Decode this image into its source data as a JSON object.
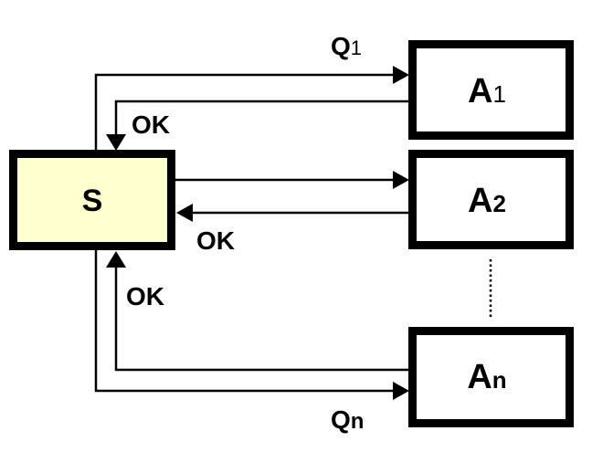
{
  "diagram": {
    "type": "message-flow",
    "nodes": [
      {
        "id": "S",
        "label": "S",
        "sub": "",
        "fill": "#FFFFD0"
      },
      {
        "id": "A1",
        "label": "A",
        "sub": "1",
        "fill": "#FFFFFF"
      },
      {
        "id": "A2",
        "label": "A",
        "sub": "2",
        "fill": "#FFFFFF"
      },
      {
        "id": "An",
        "label": "A",
        "sub": "n",
        "fill": "#FFFFFF"
      }
    ],
    "edges": [
      {
        "from": "S",
        "to": "A1",
        "label": "Q",
        "sub": "1"
      },
      {
        "from": "A1",
        "to": "S",
        "label": "OK",
        "sub": ""
      },
      {
        "from": "S",
        "to": "A2",
        "label": "",
        "sub": ""
      },
      {
        "from": "A2",
        "to": "S",
        "label": "OK",
        "sub": ""
      },
      {
        "from": "An",
        "to": "S",
        "label": "OK",
        "sub": ""
      },
      {
        "from": "S",
        "to": "An",
        "label": "Q",
        "sub": "n"
      }
    ],
    "ellipsis": "dotted continuation between A2 and An"
  },
  "colors": {
    "stroke": "#000000",
    "server_fill": "#FFFFD0",
    "agent_fill": "#FFFFFF"
  }
}
